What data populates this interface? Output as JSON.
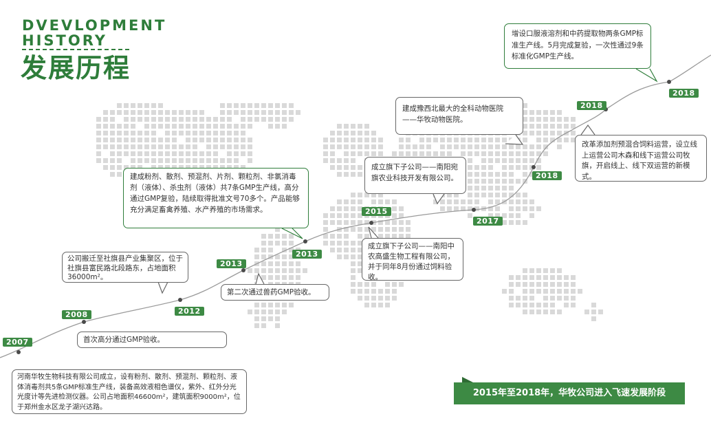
{
  "title": {
    "en_line1": "DVEVLOPMENT",
    "en_line2": "HISTORY",
    "cn": "发展历程"
  },
  "banner": "2015年至2018年，华牧公司进入飞速发展阶段",
  "colors": {
    "accent": "#3d8a44",
    "map_dots": "#d9d9d9",
    "line": "#9a9a9a"
  },
  "milestones": [
    {
      "year": "2007",
      "text": "河南华牧生物科技有限公司成立，设有粉剂、散剂、预混剂、颗粒剂、液体消毒剂共5条GMP标准生产线，装备高效液相色谱仪，紫外、红外分光光度计等先进检测仪器。公司占地面积46600m²，建筑面积9000m²，位于郑州金水区龙子湖兴达路。"
    },
    {
      "year": "2008",
      "text": "首次高分通过GMP验收。"
    },
    {
      "year": "2012",
      "text": "公司搬迁至社旗县产业集聚区，位于社旗县富民路北段路东，占地面积36000m²。"
    },
    {
      "year": "2013",
      "text": "第二次通过兽药GMP验收。"
    },
    {
      "year": "2013",
      "text": "建成粉剂、散剂、预混剂、片剂、颗粒剂、非氯消毒剂（液体）、杀虫剂（液体）共7条GMP生产线，高分通过GMP复验，陆续取得批准文号70多个。产品能够充分满足畜禽养殖、水产养殖的市场需求。"
    },
    {
      "year": "2015",
      "text": "成立旗下子公司——南阳中农高盛生物工程有限公司，并于同年8月份通过饲料验收。"
    },
    {
      "year": "2017",
      "text": "成立旗下子公司——南阳宛旗农业科技开发有限公司。"
    },
    {
      "year": "2018",
      "text": "建成豫西北最大的全科动物医院——华牧动物医院。"
    },
    {
      "year": "2018",
      "text": "改革添加剂预混合饲料运营，设立线上运营公司木森和线下运营公司牧旗，开启线上、线下双运营的新模式。"
    },
    {
      "year": "2018",
      "text": "增设口服液溶剂和中药提取物两条GMP标准生产线。5月完成复验，一次性通过9条标准化GMP生产线。"
    }
  ]
}
